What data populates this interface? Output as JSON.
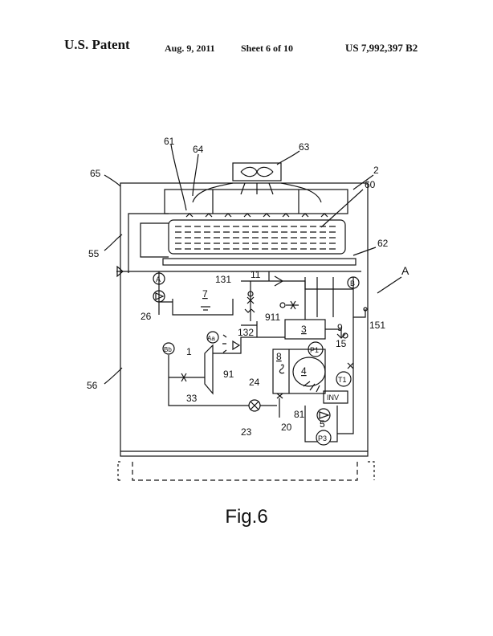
{
  "header": {
    "left": "U.S. Patent",
    "date": "Aug. 9, 2011",
    "sheet": "Sheet 6 of 10",
    "patent_number": "US 7,992,397 B2"
  },
  "figure": {
    "caption": "Fig.6",
    "reference_labels": {
      "r61": "61",
      "r64": "64",
      "r63": "63",
      "r2": "2",
      "r60": "60",
      "r65": "65",
      "r55": "55",
      "r62": "62",
      "rA": "A",
      "r131": "131",
      "r11": "11",
      "r7": "7",
      "r26": "26",
      "r132": "132",
      "r911": "911",
      "r3": "3",
      "r9": "9",
      "r151": "151",
      "r1": "1",
      "r91": "91",
      "r8": "8",
      "r4": "4",
      "r15": "15",
      "r24": "24",
      "r56": "56",
      "r33": "33",
      "r23": "23",
      "r20": "20",
      "r81": "81",
      "r5": "5"
    },
    "symbol_labels": {
      "gA": "A",
      "gB": "B",
      "gAa": "Aa",
      "gBb": "Bb",
      "gP1": "P1",
      "gT1": "T1",
      "gP3": "P3",
      "inv": "INV"
    }
  }
}
